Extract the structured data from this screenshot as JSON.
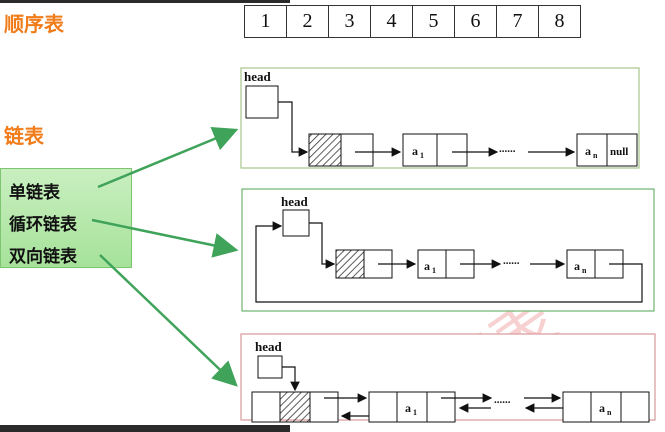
{
  "headings": {
    "sequential": "顺序表",
    "linked": "链表"
  },
  "sequence_cells": [
    "1",
    "2",
    "3",
    "4",
    "5",
    "6",
    "7",
    "8"
  ],
  "menu_items": [
    "单链表",
    "循环链表",
    "双向链表"
  ],
  "diagram_labels": {
    "head": "head",
    "a1": "a",
    "a1_sub": "1",
    "an": "a",
    "an_sub": "n",
    "null": "null",
    "dots": "......"
  },
  "watermark": "链表",
  "colors": {
    "heading": "#f07c1a",
    "arrow": "#3fa35a",
    "panel1_border": "#a6c48a",
    "panel2_border": "#6fb36f",
    "panel3_border": "#d99a9a"
  }
}
